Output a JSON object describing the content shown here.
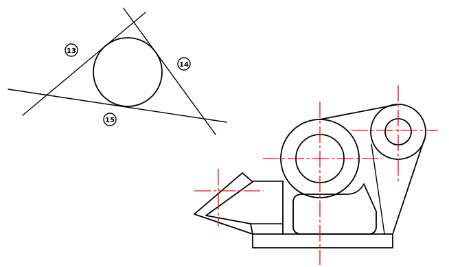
{
  "colors": {
    "background": "#ffffff",
    "geometry": "#000000",
    "centerline": "#ff0000"
  },
  "tangent_figure": {
    "callouts": [
      {
        "id": "callout-13",
        "label": "13"
      },
      {
        "id": "callout-14",
        "label": "14"
      },
      {
        "id": "callout-15",
        "label": "15"
      }
    ]
  }
}
